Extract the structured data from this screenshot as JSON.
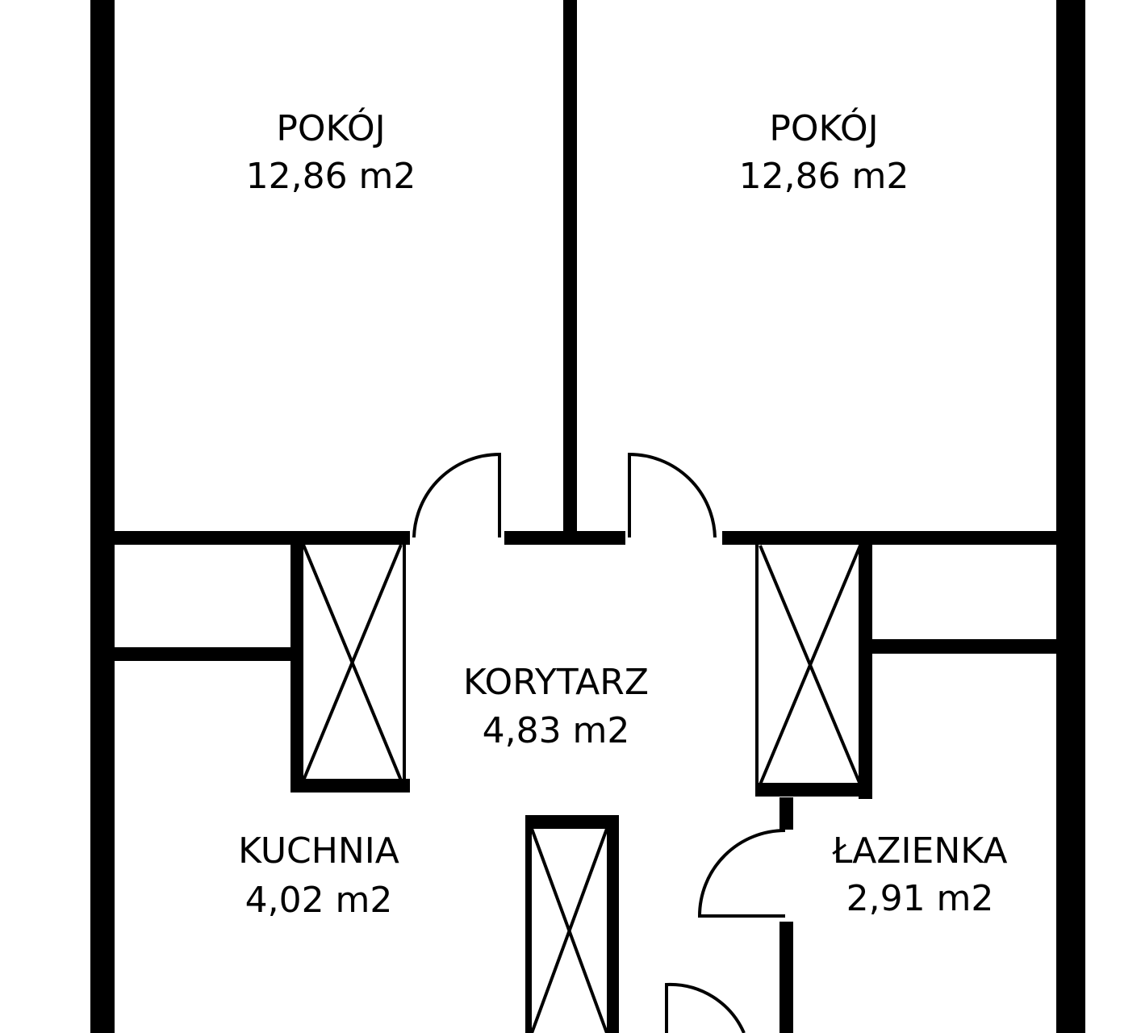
{
  "rooms": [
    {
      "id": "pokoj-left",
      "name": "POKÓJ",
      "area": "12,86 m2"
    },
    {
      "id": "pokoj-right",
      "name": "POKÓJ",
      "area": "12,86 m2"
    },
    {
      "id": "korytarz",
      "name": "KORYTARZ",
      "area": "4,83 m2"
    },
    {
      "id": "kuchnia",
      "name": "KUCHNIA",
      "area": "4,02 m2"
    },
    {
      "id": "lazienka",
      "name": "ŁAZIENKA",
      "area": "2,91 m2"
    }
  ],
  "colors": {
    "wall": "#000000",
    "background": "#ffffff"
  }
}
